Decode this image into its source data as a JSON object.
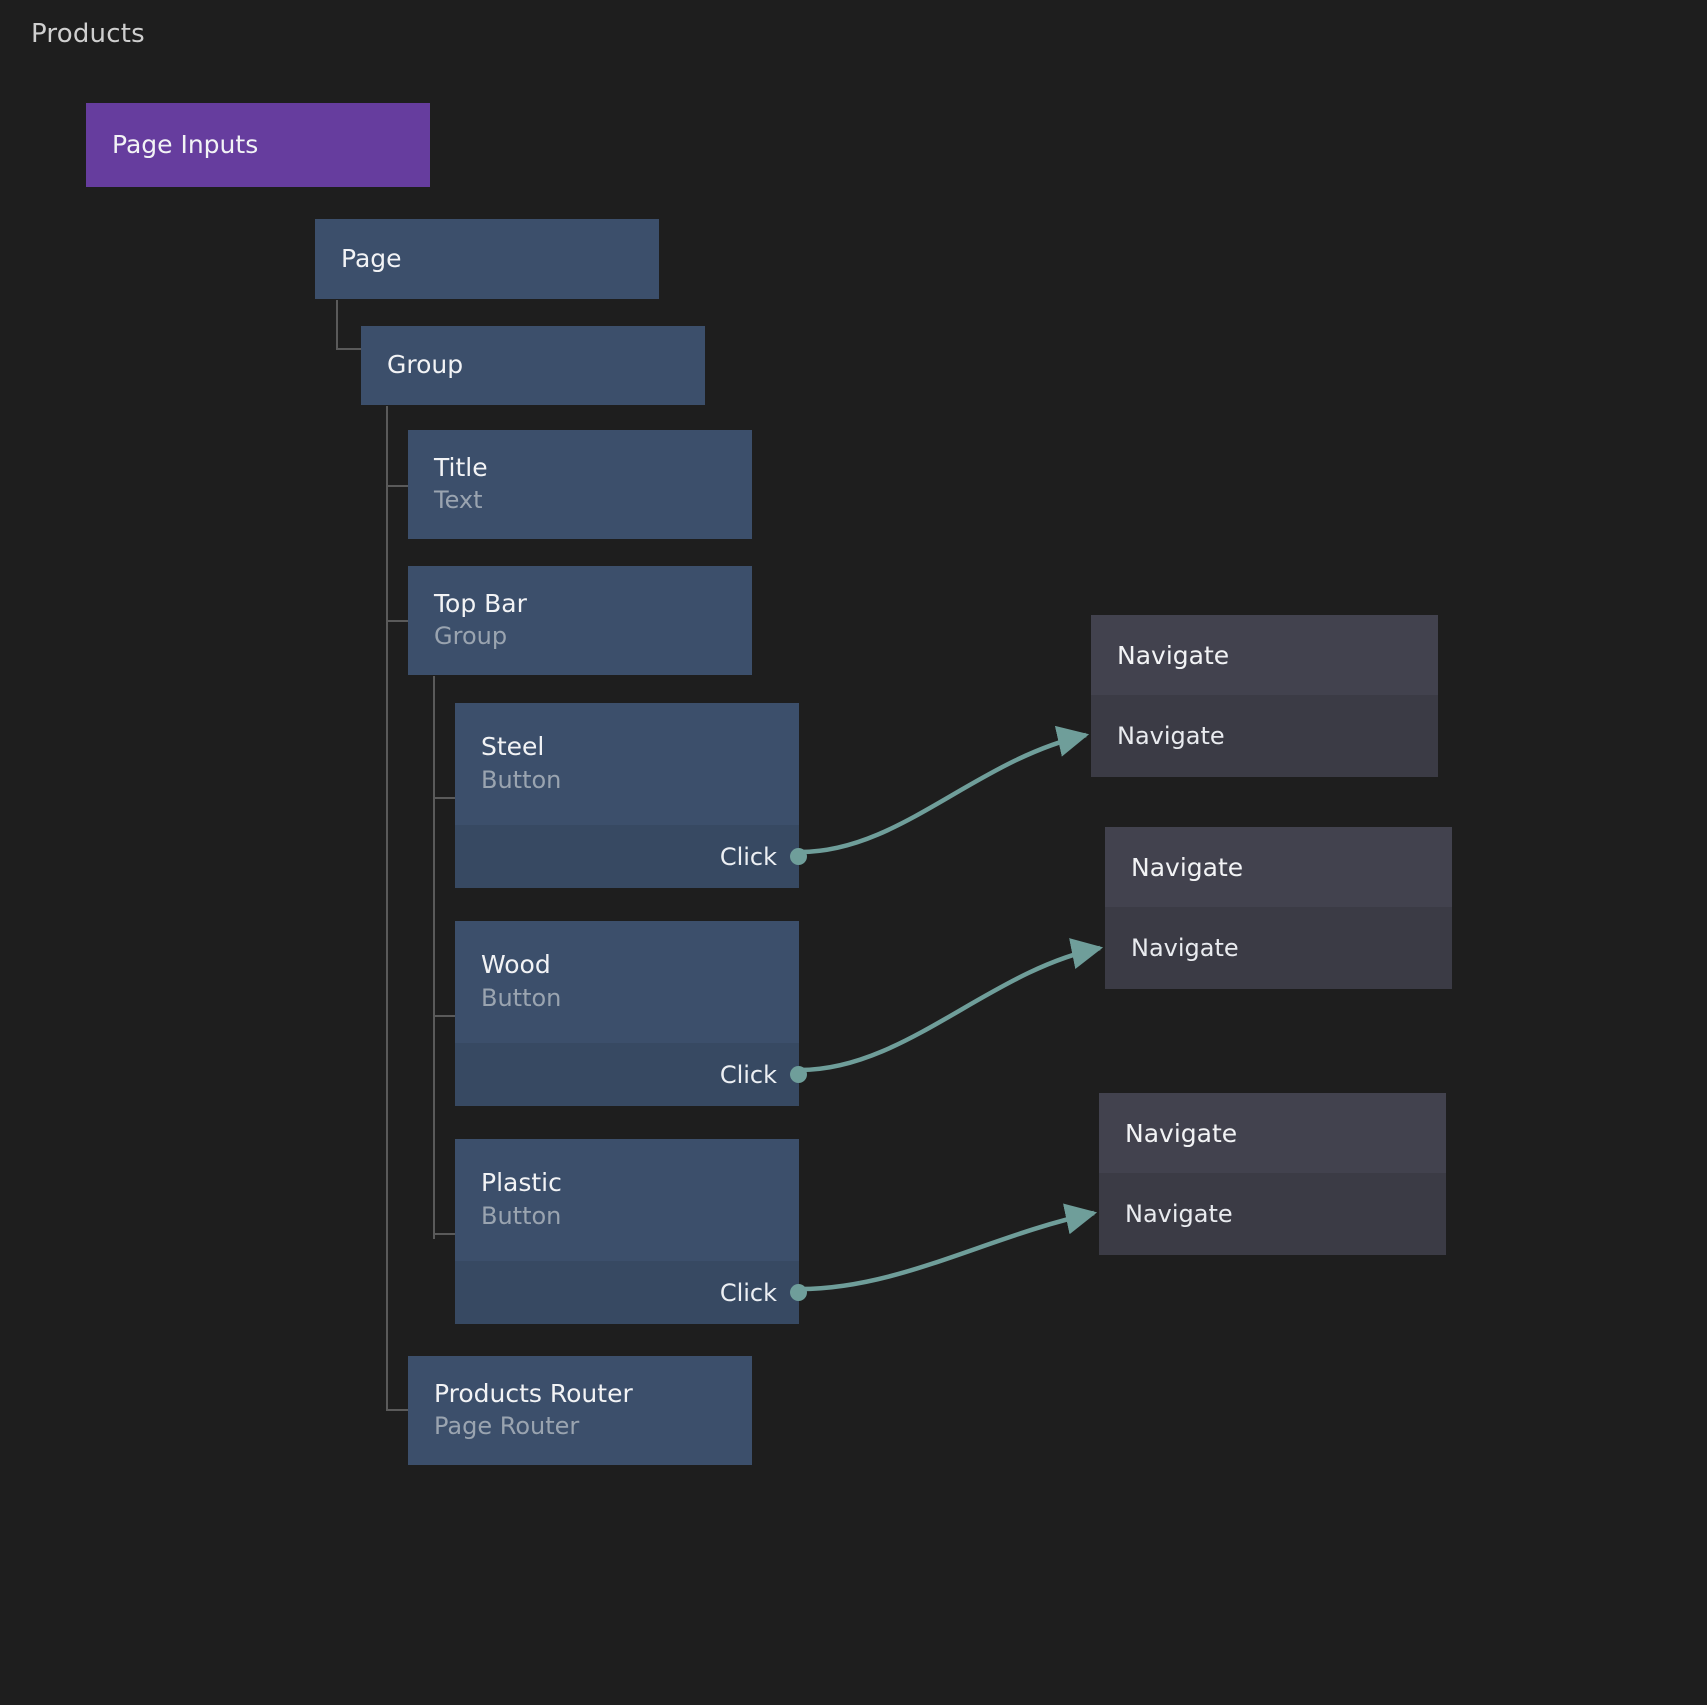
{
  "page": {
    "title": "Products",
    "background": "#1e1e1e"
  },
  "colors": {
    "purple_node": "#663d9e",
    "ui_node": "#3c4f6b",
    "ui_node_footer": "#374962",
    "action_node": "#3b3b45",
    "action_node_header": "#42424e",
    "connector": "#6f9e9a",
    "tree_line": "#5a5a5a",
    "title_text": "#f2f3f5",
    "subtitle_text": "#9aa4b0"
  },
  "page_inputs": {
    "label": "Page Inputs"
  },
  "tree": {
    "page": {
      "title": "Page",
      "subtitle": ""
    },
    "group": {
      "title": "Group",
      "subtitle": ""
    },
    "title_node": {
      "title": "Title",
      "subtitle": "Text"
    },
    "top_bar": {
      "title": "Top Bar",
      "subtitle": "Group"
    },
    "buttons": [
      {
        "title": "Steel",
        "subtitle": "Button",
        "event": "Click"
      },
      {
        "title": "Wood",
        "subtitle": "Button",
        "event": "Click"
      },
      {
        "title": "Plastic",
        "subtitle": "Button",
        "event": "Click"
      }
    ],
    "router": {
      "title": "Products Router",
      "subtitle": "Page Router"
    }
  },
  "actions": [
    {
      "title": "Navigate",
      "row": "Navigate"
    },
    {
      "title": "Navigate",
      "row": "Navigate"
    },
    {
      "title": "Navigate",
      "row": "Navigate"
    }
  ]
}
